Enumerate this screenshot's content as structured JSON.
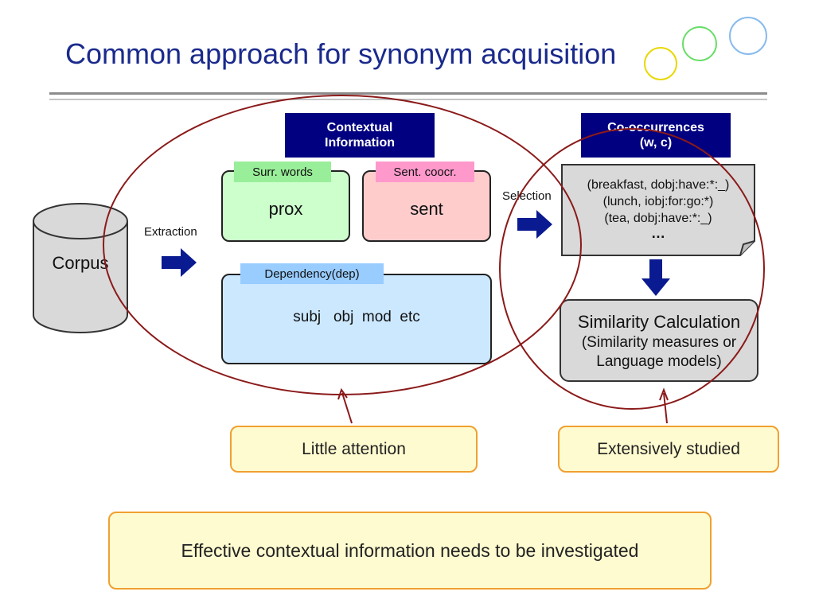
{
  "slide": {
    "title": "Common approach for synonym acquisition"
  },
  "diagram": {
    "corpus_label": "Corpus",
    "extraction_label": "Extraction",
    "selection_label": "Selection",
    "contextual_info": {
      "line1": "Contextual",
      "line2": "Information"
    },
    "prox": {
      "tag": "Surr. words",
      "label": "prox"
    },
    "sent": {
      "tag": "Sent. coocr.",
      "label": "sent"
    },
    "dep": {
      "tag": "Dependency(dep)",
      "items": "subj   obj  mod  etc"
    },
    "cooccurrences": {
      "header_line1": "Co-occurrences",
      "header_line2": "(w, c)",
      "items": [
        "(breakfast, dobj:have:*:_)",
        "(lunch, iobj:for:go:*)",
        "(tea, dobj:have:*:_)"
      ],
      "ellipsis": "…"
    },
    "similarity": {
      "line1": "Similarity Calculation",
      "line2": "(Similarity measures or",
      "line3": "Language models)"
    },
    "notes": {
      "left": "Little attention",
      "right": "Extensively studied",
      "bottom": "Effective contextual information needs to be investigated"
    }
  },
  "colors": {
    "title": "#1a2a8c",
    "navy": "#000080",
    "ellipse": "#8b1a1a",
    "prox_fill": "#ccffcc",
    "prox_tag": "#99ee99",
    "sent_fill": "#ffcccc",
    "sent_tag": "#ff99cc",
    "dep_fill": "#cce8ff",
    "dep_tag": "#99ccff",
    "gray_box": "#d9d9d9",
    "note_fill": "#fffbd0",
    "note_border": "#f0a030"
  }
}
